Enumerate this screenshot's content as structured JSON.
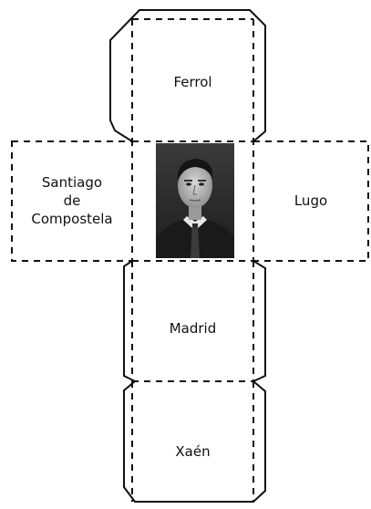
{
  "faces": {
    "top": "Ferrol",
    "left": "Santiago\nde\nCompostela",
    "right": "Lugo",
    "middle": "Madrid",
    "bottom": "Xaén"
  },
  "photo": {
    "subject": "portrait of a man in suit and tie, black-and-white"
  }
}
